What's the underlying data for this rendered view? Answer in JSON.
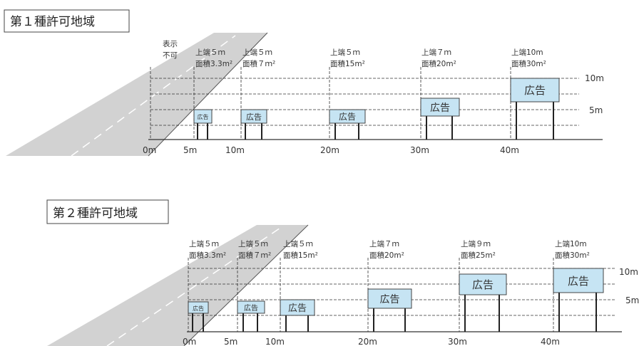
{
  "zone1": {
    "title": "第１種許可地域",
    "not_allowed": [
      "表示",
      "不可"
    ],
    "specs": [
      {
        "l1": "上端５ｍ",
        "l2": "面積3.3m²"
      },
      {
        "l1": "上端５ｍ",
        "l2": "面積７ｍ²"
      },
      {
        "l1": "上端５ｍ",
        "l2": "面積15m²"
      },
      {
        "l1": "上端７ｍ",
        "l2": "面積20m²"
      },
      {
        "l1": "上端10m",
        "l2": "面積30m²"
      }
    ],
    "dist_labels": [
      "0m",
      "5m",
      "10m",
      "20m",
      "30m",
      "40m"
    ],
    "height_labels": [
      "10m",
      "5m"
    ],
    "sign_text": "広告"
  },
  "zone2": {
    "title": "第２種許可地域",
    "specs": [
      {
        "l1": "上端５ｍ",
        "l2": "面積3.3m²"
      },
      {
        "l1": "上端５ｍ",
        "l2": "面積７ｍ²"
      },
      {
        "l1": "上端５ｍ",
        "l2": "面積15m²"
      },
      {
        "l1": "上端７ｍ",
        "l2": "面積20m²"
      },
      {
        "l1": "上端９ｍ",
        "l2": "面積25m²"
      },
      {
        "l1": "上端10m",
        "l2": "面積30m²"
      }
    ],
    "dist_labels": [
      "0m",
      "5m",
      "10m",
      "20m",
      "30m",
      "40m"
    ],
    "height_labels": [
      "10m",
      "5m"
    ],
    "sign_text": "広告"
  },
  "colors": {
    "sign_fill": "#c6e4f3",
    "road": "#d2d2d2"
  }
}
